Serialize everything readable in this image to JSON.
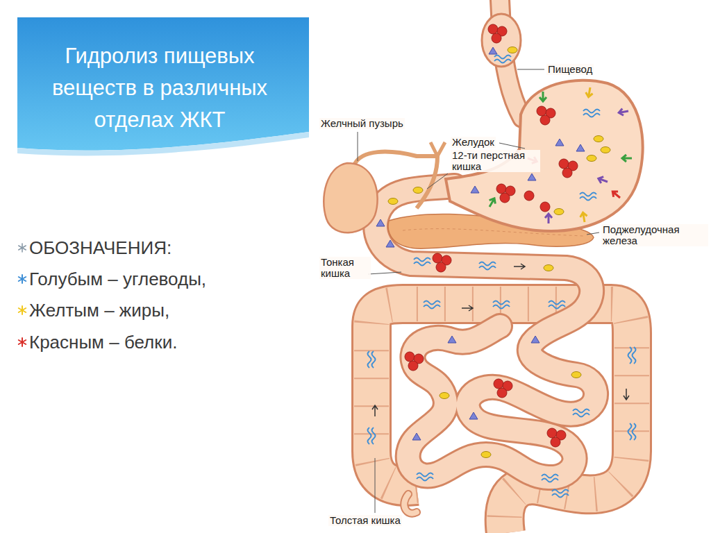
{
  "diagram": {
    "title": "Гидролиз пищевых веществ в различных отделах ЖКТ",
    "labels": [
      "Пищевод",
      "Желчный пузырь",
      "Желудок",
      "12-ти перстная кишка",
      "ОБОЗНАЧЕНИЯ:",
      "Поджелудочная железа",
      "Тонкая кишка",
      "Толстая кишка"
    ],
    "legend": [
      {
        "text": "Голубым – углеводы,",
        "color": "#3f8fd6"
      },
      {
        "text": "Желтым – жиры,",
        "color": "#f2c81e"
      },
      {
        "text": "Красным – белки.",
        "color": "#d9302a"
      }
    ]
  }
}
